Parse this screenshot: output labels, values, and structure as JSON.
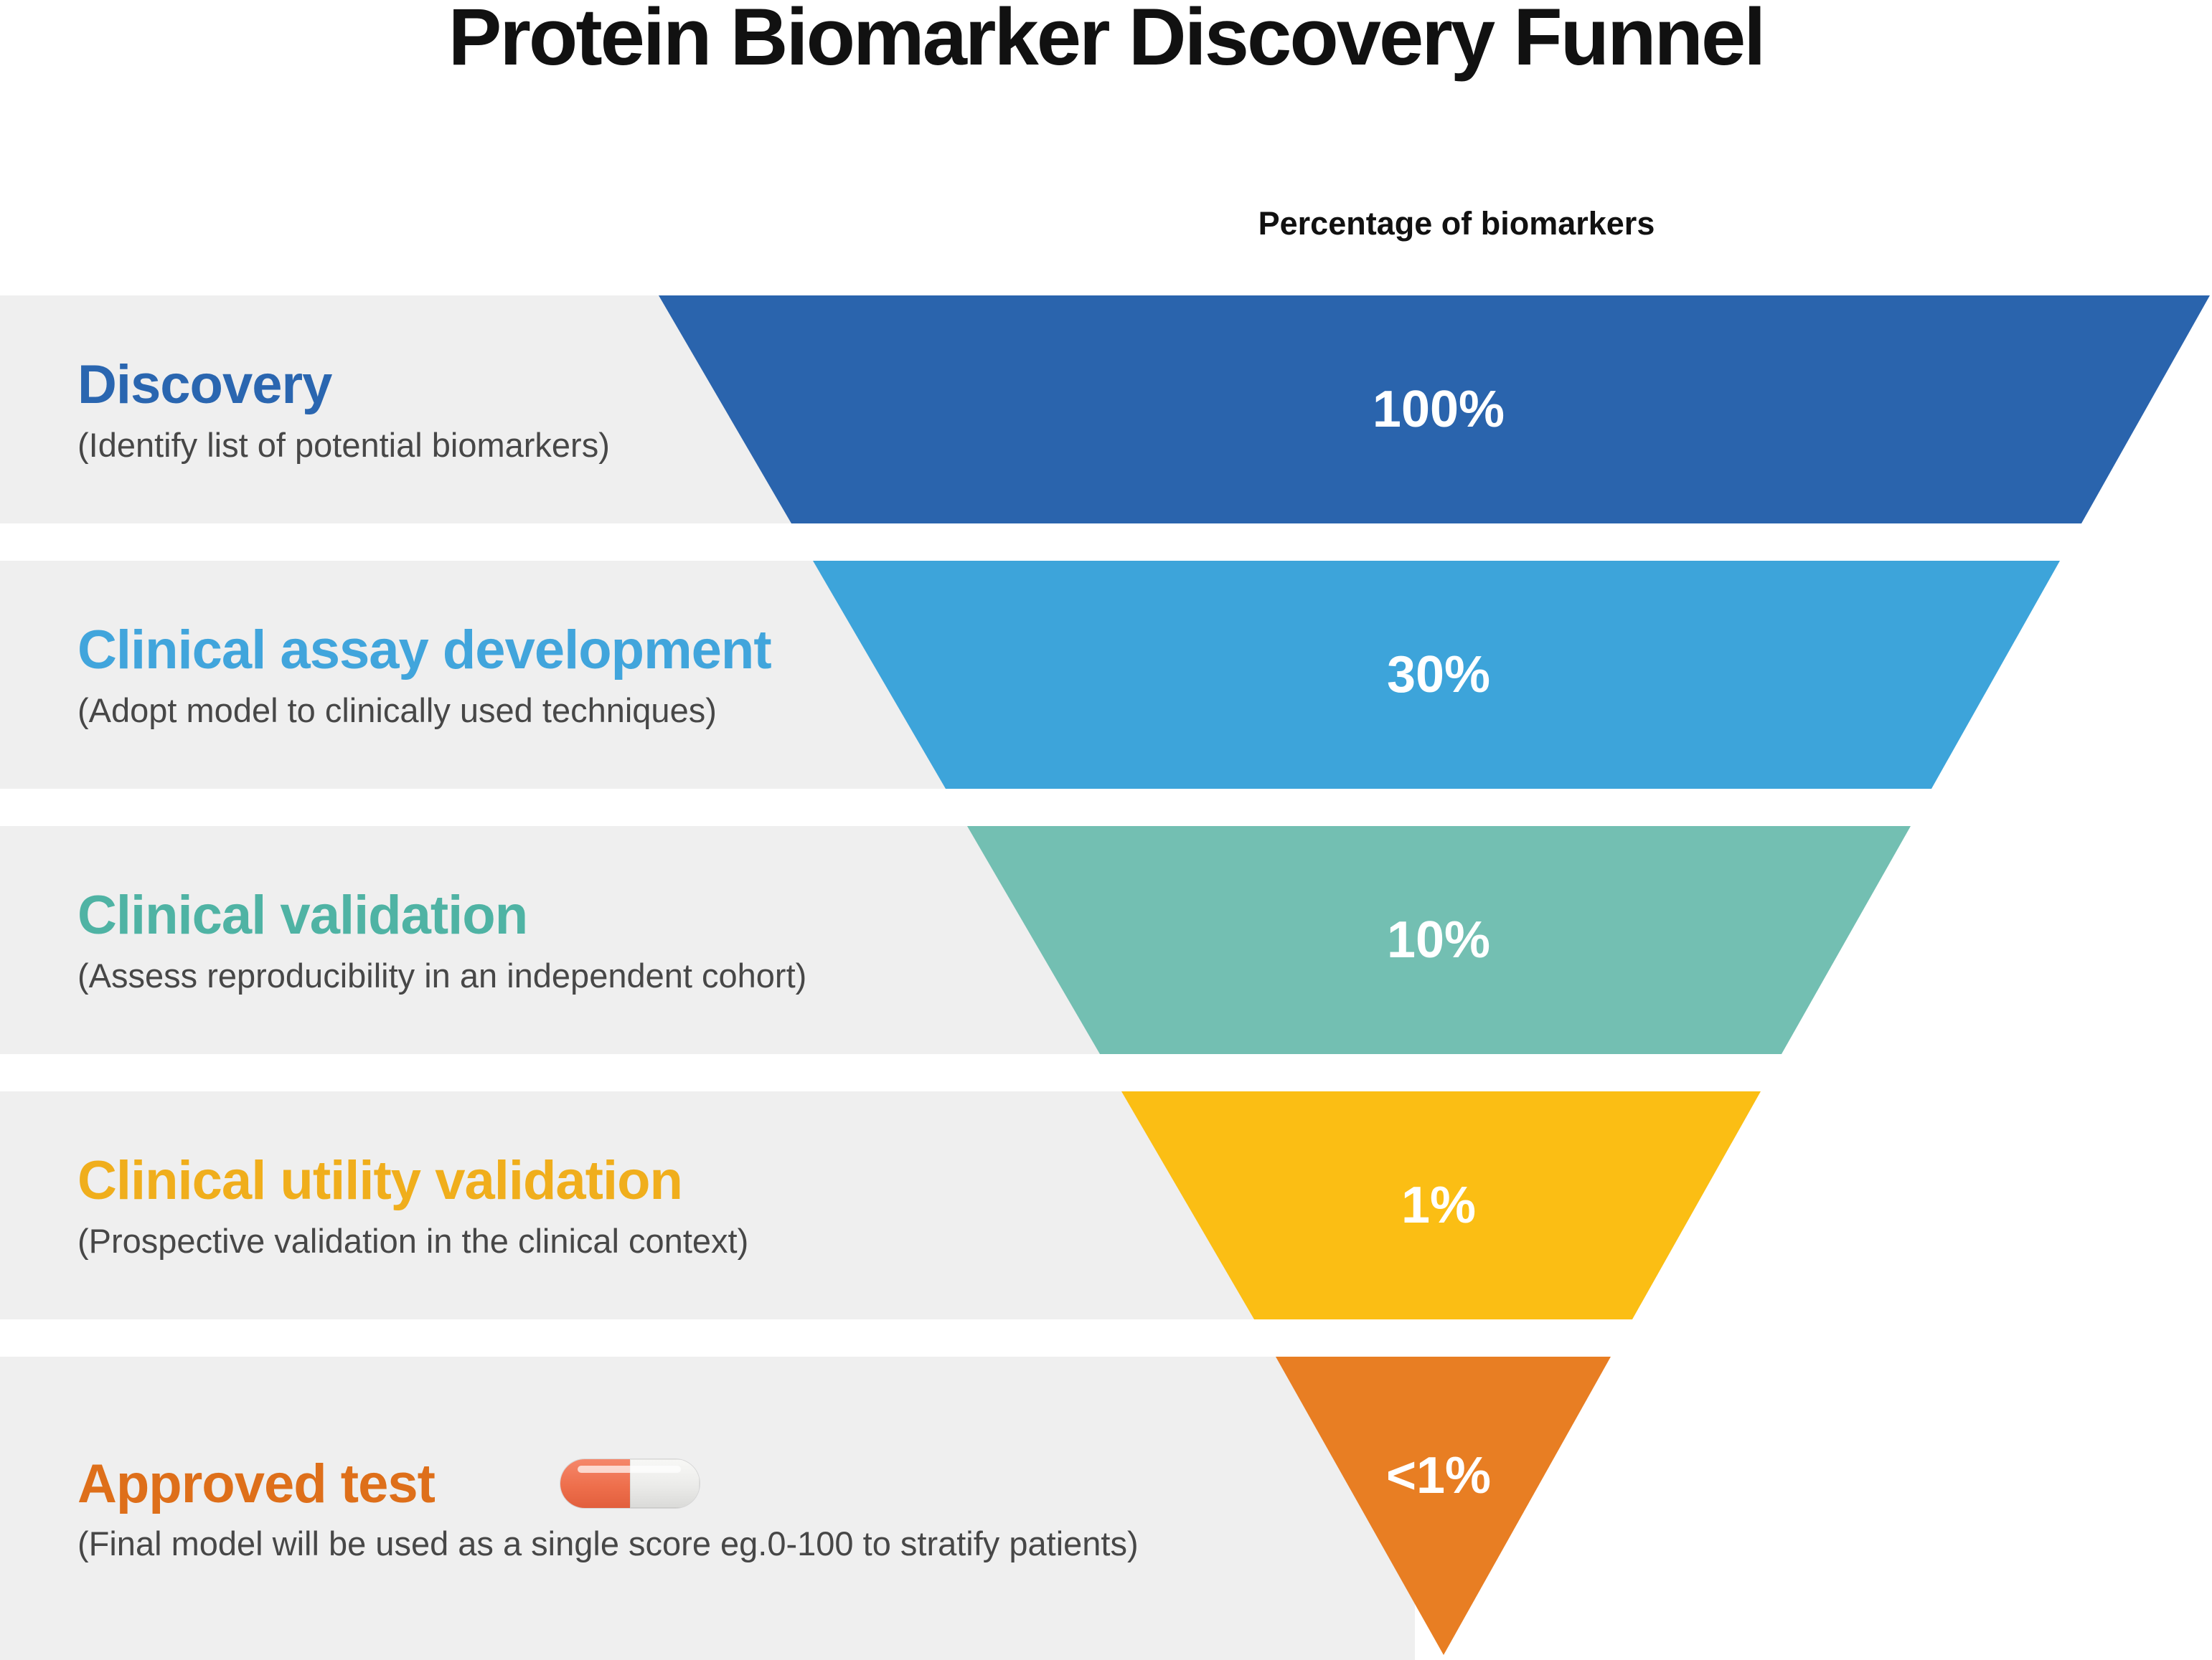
{
  "page": {
    "title": "Protein Biomarker Discovery Funnel",
    "column_header": "Percentage of biomarkers"
  },
  "theme": {
    "page_bg": "#ffffff",
    "band_bg": "#efefef",
    "title_color": "#111111",
    "subtitle_color": "#474747",
    "value_text_color": "#ffffff",
    "pill_left": "linear-gradient(to bottom, #f5876b, #ee6f4c 55%, #e25f3d)",
    "pill_right": "linear-gradient(to bottom, #f8f8f6, #ebebe9 55%, #dadad8)"
  },
  "stages": [
    {
      "label": "Discovery",
      "description": "(Identify list of potential biomarkers)",
      "value": "100%",
      "band_color": "#2a64ad",
      "label_color": "#2a66b0"
    },
    {
      "label": "Clinical assay development",
      "description": "(Adopt model to clinically used techniques)",
      "value": "30%",
      "band_color": "#3da4da",
      "label_color": "#41a5dc"
    },
    {
      "label": "Clinical validation",
      "description": "(Assess reproducibility in an independent cohort)",
      "value": "10%",
      "band_color": "#73bfb2",
      "label_color": "#4fb3a4"
    },
    {
      "label": "Clinical utility validation",
      "description": "(Prospective validation in the clinical context)",
      "value": "1%",
      "band_color": "#fbbe14",
      "label_color": "#f0ae1c"
    },
    {
      "label": "Approved test",
      "description": "(Final model will be used as a single score eg.0-100 to stratify patients)",
      "value": "<1%",
      "band_color": "#e87e23",
      "label_color": "#de6f1a"
    }
  ],
  "chart_data": {
    "type": "funnel",
    "title": "Protein Biomarker Discovery Funnel",
    "value_axis_label": "Percentage of biomarkers",
    "orientation": "top-wide-to-bottom-narrow",
    "stages": [
      {
        "label": "Discovery",
        "description": "Identify list of potential biomarkers",
        "value": "100%"
      },
      {
        "label": "Clinical assay development",
        "description": "Adopt model to clinically used techniques",
        "value": "30%"
      },
      {
        "label": "Clinical validation",
        "description": "Assess reproducibility in an independent cohort",
        "value": "10%"
      },
      {
        "label": "Clinical utility validation",
        "description": "Prospective validation in the clinical context",
        "value": "1%"
      },
      {
        "label": "Approved test",
        "description": "Final model will be used as a single score eg.0-100 to stratify patients",
        "value": "<1%"
      }
    ]
  }
}
